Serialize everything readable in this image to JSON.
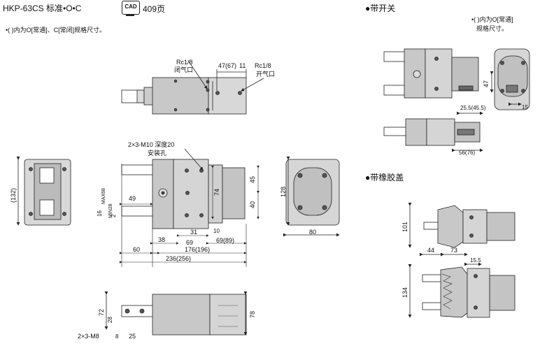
{
  "header": {
    "model": "HKP-63CS 标准•O•C",
    "cad_badge": "CAD",
    "page_ref": "409页",
    "note": "•(  )内为O[常通]、C[常闭]规格尺寸。"
  },
  "switch_section": {
    "title": "●带开关",
    "note_line1": "•(  )内为O[常通]",
    "note_line2": "规格尺寸。"
  },
  "boot_section": {
    "title": "●带橡胶盖"
  },
  "labels": {
    "rc_closed": "Rc1/8",
    "port_closed": "闭气口",
    "dim_47_67": "47(67)",
    "dim_11": "11",
    "rc_open": "Rc1/8",
    "port_open": "开气口",
    "thread_mount": "2×3-M10 深度20",
    "mount_hole": "安装孔",
    "dim_132": "(132)",
    "dim_max68": "MAX68",
    "dim_min28": "MIN28",
    "dim_49": "49",
    "dim_16": "16",
    "dim_2": "2",
    "dim_74": "74",
    "dim_45": "45",
    "dim_40": "40",
    "dim_31": "31",
    "dim_10": "10",
    "dim_38": "38",
    "dim_69": "69",
    "dim_69_89": "69(89)",
    "dim_60": "60",
    "dim_176_196": "176(196)",
    "dim_236_256": "236(256)",
    "dim_128": "128",
    "dim_80": "80",
    "dim_72": "72",
    "dim_28": "28",
    "dim_78": "78",
    "thread_jaw": "2×3-M8",
    "dim_8": "8",
    "dim_25": "25",
    "sw_dim_47": "47",
    "sw_dim_15": "15",
    "sw_dim_25_5": "25.5(45.5)",
    "sw_dim_56_76": "56(76)",
    "boot_dim_101": "101",
    "boot_dim_44": "44",
    "boot_dim_73": "73",
    "boot_dim_15_5": "15.5",
    "boot_dim_134": "134"
  }
}
